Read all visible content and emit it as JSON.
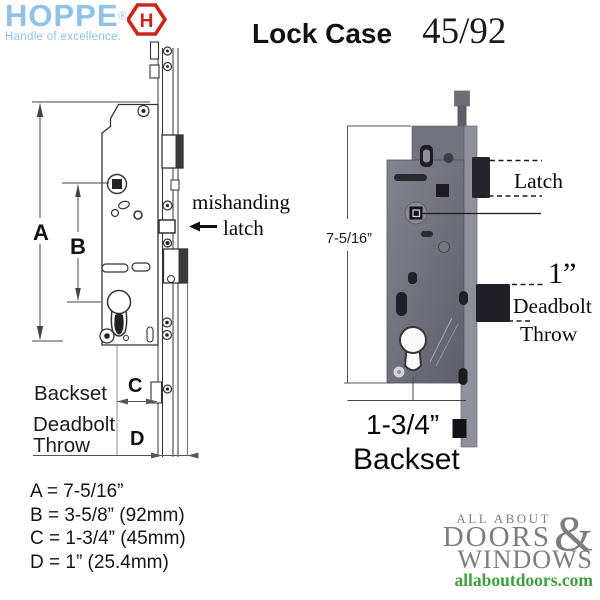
{
  "brand": {
    "name": "HOPPE",
    "registered": "®",
    "tagline": "Handle of excellence.",
    "hex_letter": "H"
  },
  "title": {
    "product": "Lock Case",
    "model": "45/92"
  },
  "diagram": {
    "dim_a_label": "A",
    "dim_b_label": "B",
    "dim_c_label": "C",
    "dim_d_label": "D",
    "mishanding_line1": "mishanding",
    "mishanding_line2": "latch",
    "backset_label": "Backset",
    "deadbolt_label": "Deadbolt",
    "throw_label": "Throw"
  },
  "photo": {
    "height_dim": "7-5/16”",
    "latch_label": "Latch",
    "deadbolt_value": "1”",
    "deadbolt_word": "Deadbolt",
    "throw_word": "Throw",
    "backset_value": "1-3/4”",
    "backset_label": "Backset"
  },
  "legend": {
    "a": "A = 7-5/16”",
    "b": "B = 3-5/8” (92mm)",
    "c": "C = 1-3/4” (45mm)",
    "d": "D = 1” (25.4mm)"
  },
  "footer": {
    "line1": "ALL ABOUT",
    "ampersand": "&",
    "line2": "DOORS",
    "line3": "WINDOWS",
    "site": "allaboutdoors.com"
  },
  "colors": {
    "brand_blue": "#8fc1e9",
    "brand_red": "#cf2318",
    "logo_gray": "#7d7d7d",
    "logo_green": "#3f9f3f"
  }
}
